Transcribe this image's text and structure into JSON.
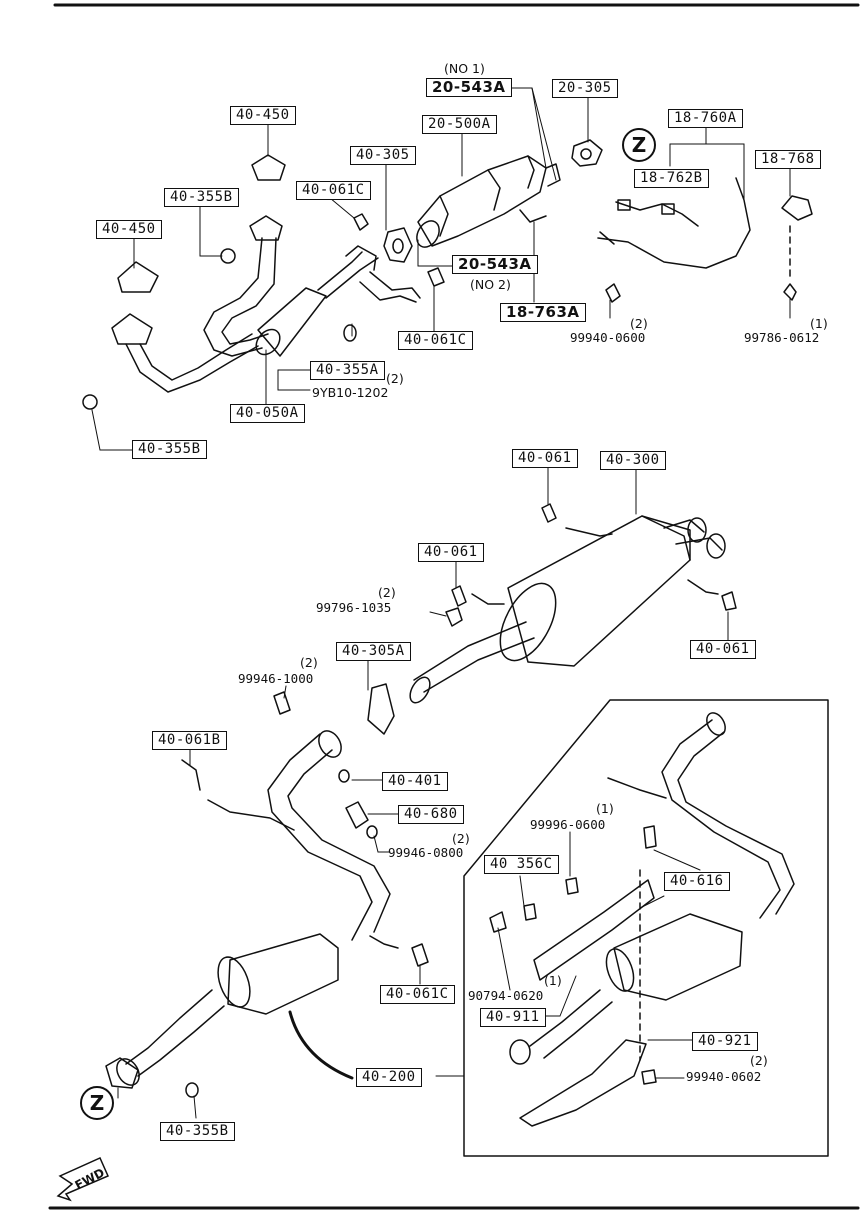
{
  "diagram": {
    "part_labels": {
      "no1_note": "(NO 1)",
      "p_20_543A_top": "20-543A",
      "p_20_305": "20-305",
      "p_40_450_top": "40-450",
      "p_20_500A": "20-500A",
      "p_18_760A": "18-760A",
      "p_40_305": "40-305",
      "p_18_762B": "18-762B",
      "p_18_768": "18-768",
      "p_40_355B_top": "40-355B",
      "p_40_061C_top": "40-061C",
      "p_40_450_left": "40-450",
      "p_20_543A_mid": "20-543A",
      "no2_note": "(NO 2)",
      "p_18_763A": "18-763A",
      "q_99940_0600": "(2)",
      "p_99940_0600": "99940-0600",
      "q_99786_0612": "(1)",
      "p_99786_0612": "99786-0612",
      "p_40_061C_mid": "40-061C",
      "p_40_355A": "40-355A",
      "q_40_355A": "(2)",
      "p_9YB10_1202": "9YB10-1202",
      "p_40_050A": "40-050A",
      "p_40_355B_left": "40-355B",
      "p_40_061_a": "40-061",
      "p_40_300": "40-300",
      "p_40_061_b": "40-061",
      "q_99796_1035": "(2)",
      "p_99796_1035": "99796-1035",
      "p_40_305A": "40-305A",
      "p_40_061_c": "40-061",
      "q_99946_1000": "(2)",
      "p_99946_1000": "99946-1000",
      "p_40_061B": "40-061B",
      "p_40_401": "40-401",
      "p_40_680": "40-680",
      "q_99946_0800": "(2)",
      "p_99946_0800": "99946-0800",
      "q_99996_0600": "(1)",
      "p_99996_0600": "99996-0600",
      "p_40_356C": "40 356C",
      "p_40_616": "40-616",
      "q_90794_0620": "(1)",
      "p_90794_0620": "90794-0620",
      "p_40_061C_low": "40-061C",
      "p_40_911": "40-911",
      "p_40_921": "40-921",
      "q_99940_0602": "(2)",
      "p_99940_0602": "99940-0602",
      "p_40_200": "40-200",
      "p_40_355B_low": "40-355B"
    },
    "reference_marker": "Z",
    "direction_marker": "FWD"
  }
}
